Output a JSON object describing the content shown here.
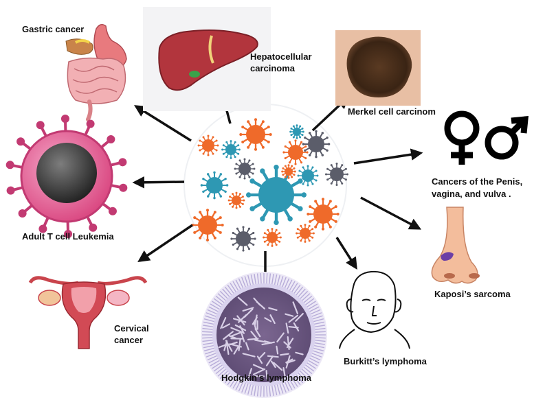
{
  "labels": {
    "gastric": "Gastric cancer",
    "hepato_line1": "Hepatocellular",
    "hepato_line2": "carcinoma",
    "merkel": "Merkel cell carcinom",
    "genital_line1": "Cancers of the Penis,",
    "genital_line2": "vagina, and vulva .",
    "leukemia": "Adult T cell Leukemia",
    "kaposi": "Kaposi’s sarcoma",
    "cervical_line1": "Cervical",
    "cervical_line2": "cancer",
    "hodgkin": "Hodgkin’s lymphoma",
    "burkitt": "Burkitt’s lymphoma"
  },
  "icons": {
    "stomach": "stomach-intestine-icon",
    "liver": "liver-icon",
    "skin": "skin-lesion-icon",
    "gender": "female-male-symbol-icon",
    "tcell": "t-cell-icon",
    "nose": "nose-icon",
    "uterus": "uterus-icon",
    "lymphoma": "lymphoma-cell-icon",
    "face": "face-outline-icon",
    "virus": "virus-cluster-icon"
  },
  "colors": {
    "virus_orange": "#ef6a2a",
    "virus_teal": "#2e98b3",
    "virus_gray": "#5b5d6a",
    "arrow": "#111111"
  }
}
